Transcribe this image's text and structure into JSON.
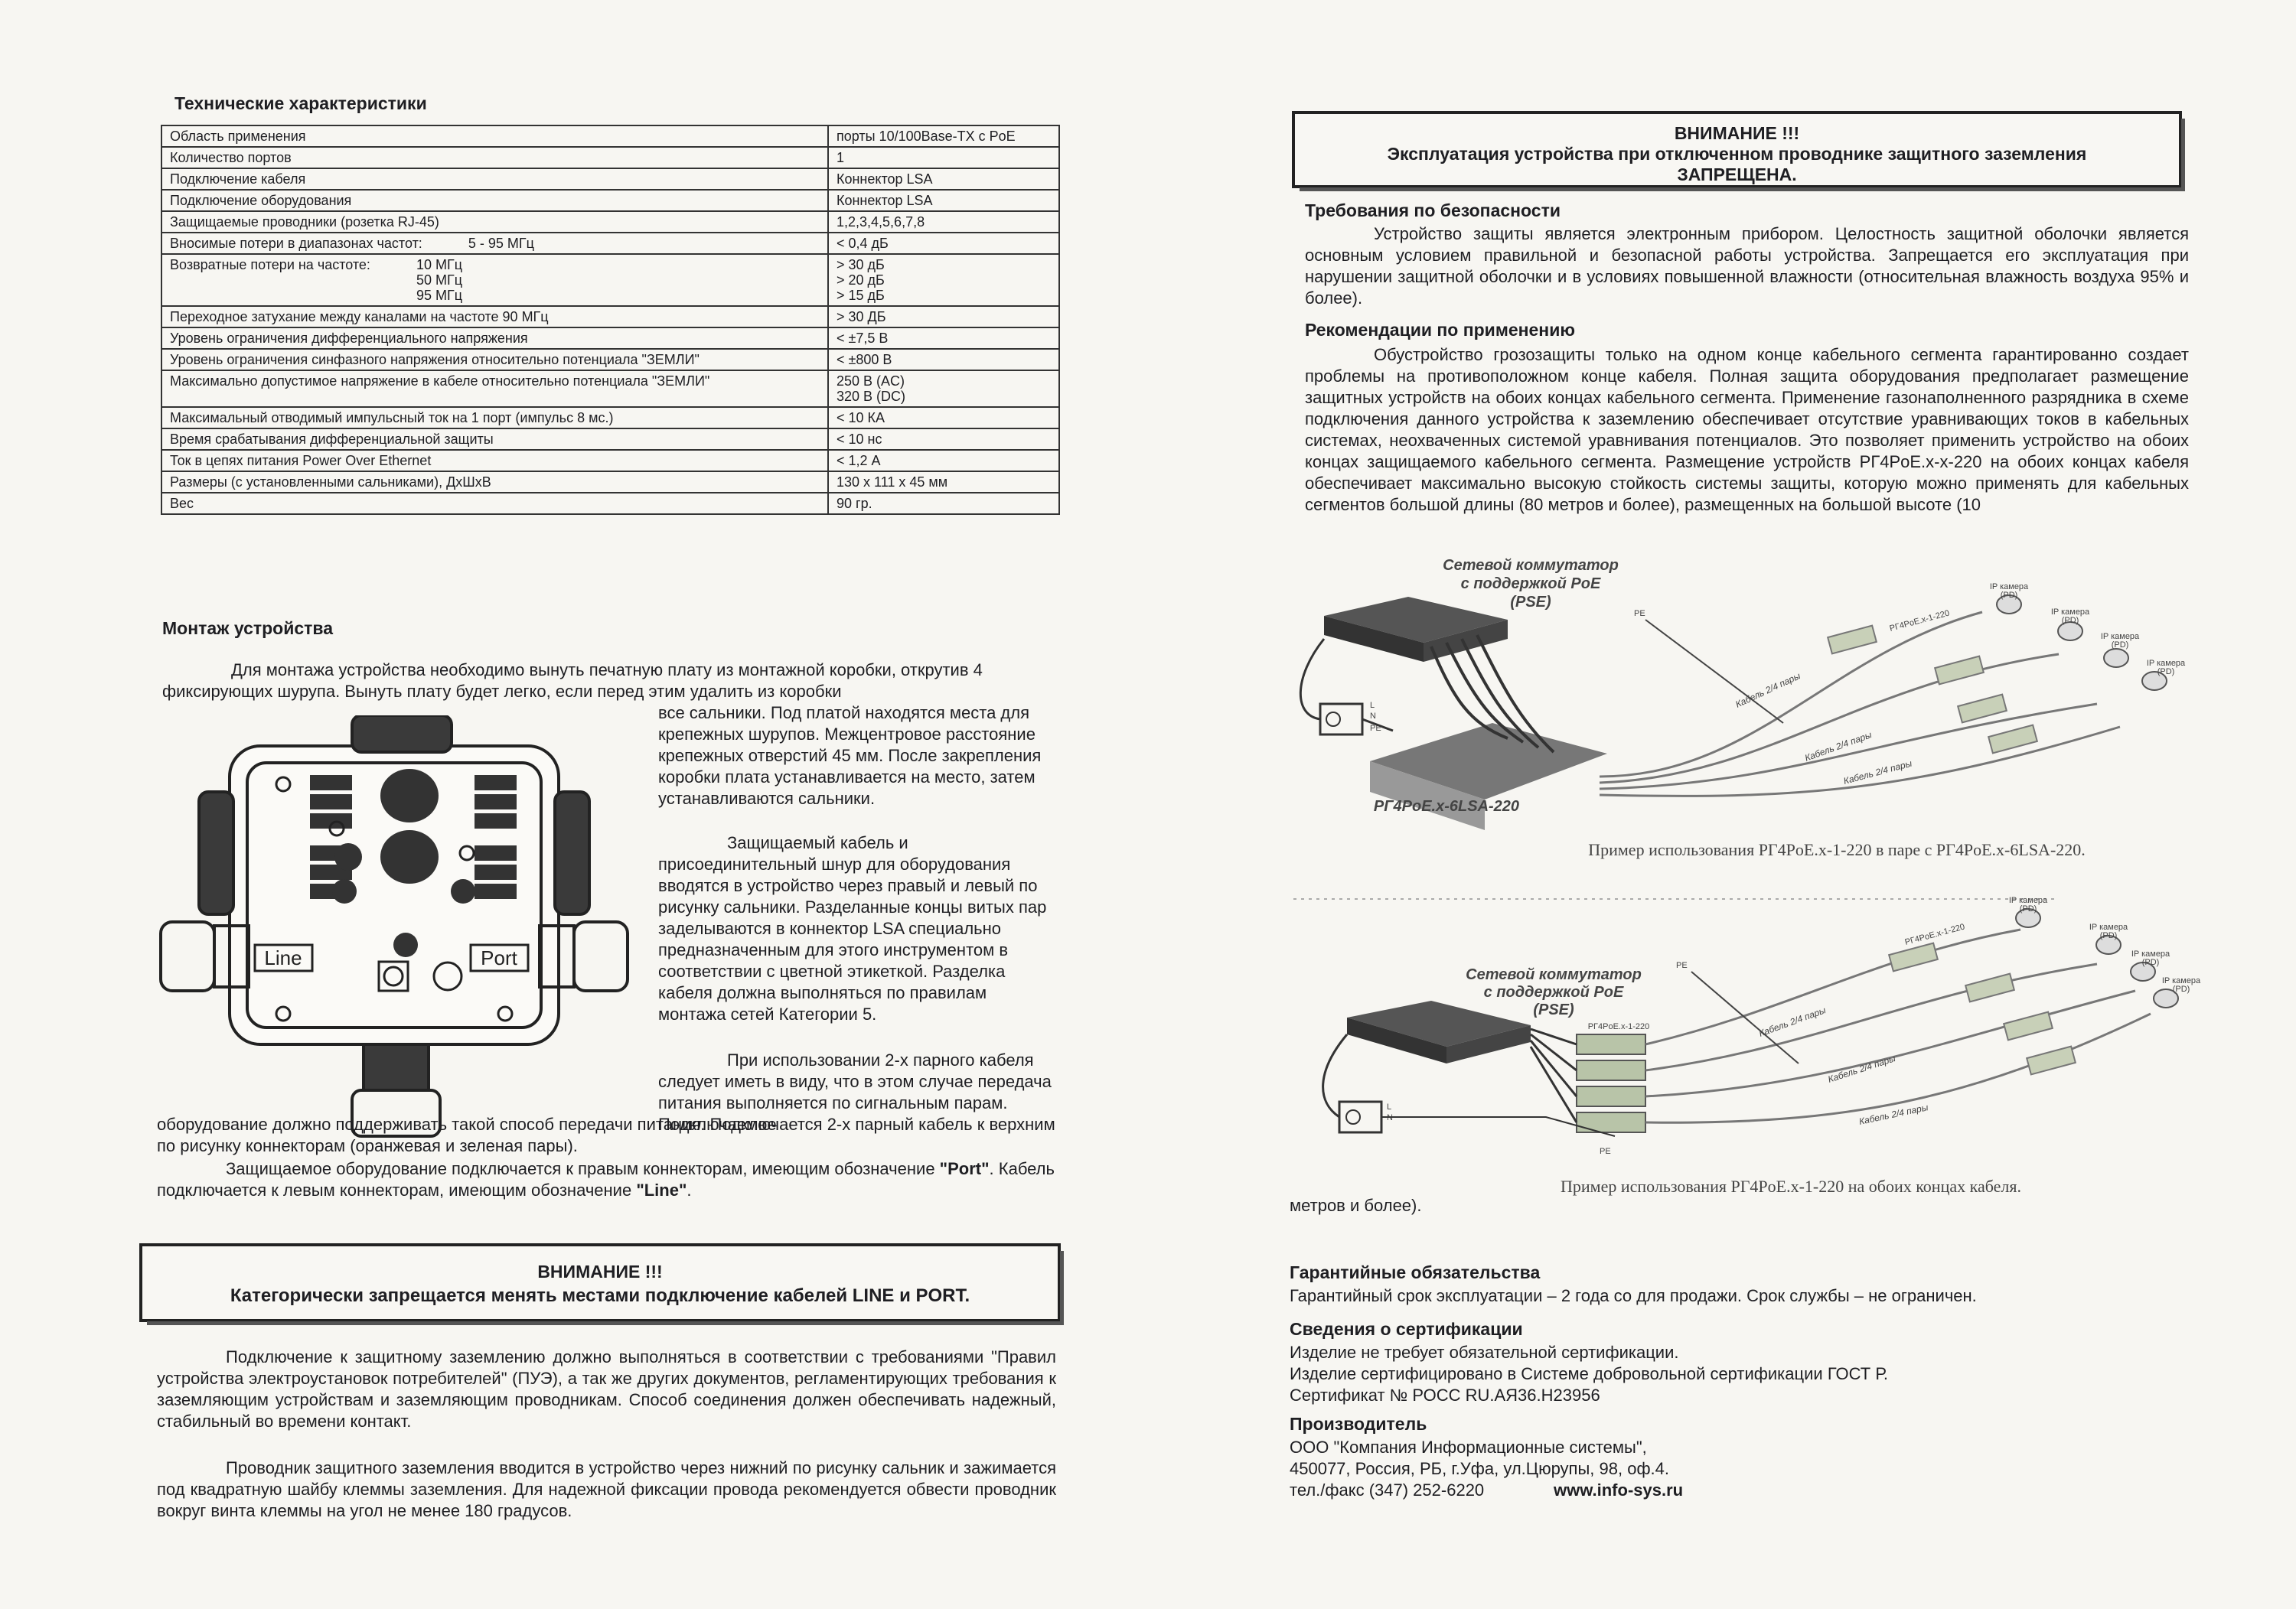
{
  "left": {
    "specs_title": "Технические характеристики",
    "specs": [
      {
        "name": "Область применения",
        "value": "порты 10/100Base-TX с PoE"
      },
      {
        "name": "Количество портов",
        "value": "1"
      },
      {
        "name": "Подключение кабеля",
        "value": "Коннектор LSA"
      },
      {
        "name": "Подключение оборудования",
        "value": "Коннектор LSA"
      },
      {
        "name": "Защищаемые проводники (розетка RJ-45)",
        "value": "1,2,3,4,5,6,7,8"
      },
      {
        "name": "Вносимые потери в диапазонах частот:",
        "extra": "5 - 95 МГц",
        "value": "< 0,4 дБ"
      },
      {
        "name": "Возвратные потери на частоте:",
        "extra": "10 МГц\n50 МГц\n95 МГц",
        "value": "> 30 дБ\n> 20 дБ\n> 15 дБ"
      },
      {
        "name": "Переходное затухание между каналами на частоте 90 МГц",
        "value": "> 30 ДБ"
      },
      {
        "name": "Уровень ограничения дифференциального напряжения",
        "value": "< ±7,5 В"
      },
      {
        "name": "Уровень ограничения синфазного напряжения относительно потенциала \"ЗЕМЛИ\"",
        "value": "< ±800 В"
      },
      {
        "name": "Максимально допустимое напряжение в кабеле относительно потенциала \"ЗЕМЛИ\"",
        "value": "250 В (AC)\n320 В (DC)"
      },
      {
        "name": "Максимальный отводимый импульсный ток на 1 порт (импульс 8 мс.)",
        "value": "< 10 КА"
      },
      {
        "name": "Время срабатывания дифференциальной защиты",
        "value": "< 10 нс"
      },
      {
        "name": "Ток в цепях питания Power Over Ethernet",
        "value": "< 1,2 А"
      },
      {
        "name": "Размеры (с установленными сальниками), ДхШхВ",
        "value": "130 х 111 х 45 мм"
      },
      {
        "name": "Вес",
        "value": "90 гр."
      }
    ],
    "mount_title": "Монтаж устройства",
    "mount_intro": "Для монтажа устройства необходимо вынуть печатную плату из монтажной коробки, открутив 4 фиксирующих шурупа. Вынуть плату будет легко, если перед этим удалить из коробки",
    "mount_side_1": "все сальники. Под платой находятся места для крепежных шурупов. Межцентровое расстояние крепежных отверстий 45 мм. После закрепления коробки плата устанавливается на место, затем устанавливаются сальники.",
    "mount_side_2": "Защищаемый кабель и присоединительный шнур для оборудования вводятся в устройство через правый и левый по рисунку сальники. Разделанные концы витых пар заделываются в коннектор LSA специально предназначенным для этого инструментом в соответствии с цветной этикеткой. Разделка кабеля должна выполняться по правилам монтажа сетей Категории 5.",
    "mount_side_3": "При использовании 2-х парного кабеля следует иметь в виду, что в этом случае передача питания выполняется по сигнальным парам. Подключаемое",
    "mount_tail": "оборудование должно поддерживать такой способ передачи питания. Подключается 2-х парный кабель к верхним по рисунку коннекторам (оранжевая и зеленая пары).",
    "mount_port_1": "Защищаемое оборудование подключается к правым коннекторам, имеющим обозначение ",
    "mount_port_q1": "\"Port\"",
    "mount_port_2": ". Кабель подключается к левым коннекторам, имеющим обозначение ",
    "mount_port_q2": "\"Line\"",
    "mount_port_3": ".",
    "device": {
      "line_label": "Line",
      "port_label": "Port"
    },
    "warn_title": "ВНИМАНИЕ !!!",
    "warn_text": "Категорически запрещается менять местами подключение кабелей LINE и PORT.",
    "ground_p1": "Подключение к защитному заземлению должно выполняться в соответствии с требованиями \"Правил устройства электроустановок потребителей\" (ПУЭ), а так же других документов, регламентирующих требования к заземляющим устройствам и заземляющим проводникам. Способ соединения должен обеспечивать надежный, стабильный во времени контакт.",
    "ground_p2": "Проводник защитного заземления вводится в устройство через нижний по рисунку сальник и зажимается под квадратную шайбу клеммы заземления. Для надежной фиксации провода рекомендуется обвести проводник вокруг винта клеммы на угол не менее 180 градусов."
  },
  "right": {
    "warn_title": "ВНИМАНИЕ !!!",
    "warn_line1": "Эксплуатация устройства при отключенном проводнике защитного заземления",
    "warn_line2": "ЗАПРЕЩЕНА.",
    "safety_title": "Требования по безопасности",
    "safety_text": "Устройство защиты является электронным прибором. Целостность защитной оболочки является основным условием правильной и безопасной работы устройства. Запрещается его эксплуатация при нарушении защитной оболочки и в условиях повышенной влажности (относительная влажность воздуха 95% и более).",
    "rec_title": "Рекомендации по применению",
    "rec_text": "Обустройство грозозащиты только на одном конце кабельного сегмента гарантированно создает проблемы на противоположном конце кабеля. Полная защита оборудования предполагает размещение защитных устройств на обоих концах кабельного сегмента. Применение газонаполненного разрядника в схеме подключения данного устройства к заземлению обеспечивает отсутствие уравнивающих токов в кабельных системах, неохваченных системой уравнивания потенциалов. Это позволяет применить устройство на обоих концах защищаемого кабельного сегмента. Размещение устройств РГ4PoE.x-x-220 на обоих концах кабеля обеспечивает максимально высокую стойкость системы защиты, которую можно применять для кабельных сегментов большой длины (80 метров и более), размещенных на большой высоте (10",
    "rec_cont": "метров и более).",
    "diagram1": {
      "switch_label_1": "Сетевой коммутатор",
      "switch_label_2": "с поддержкой PoE",
      "switch_label_3": "(PSE)",
      "panel_label": "РГ4PoE.x-6LSA-220",
      "pe": "PE",
      "l": "L",
      "n": "N",
      "cable_label": "Кабель 2/4 пары",
      "device_label": "РГ4PoE.x-1-220",
      "camera_label_1": "IP камера",
      "camera_label_2": "(PD)",
      "caption": "Пример использования РГ4PoE.x-1-220 в паре с РГ4PoE.x-6LSA-220."
    },
    "diagram2": {
      "switch_label_1": "Сетевой коммутатор",
      "switch_label_2": "с поддержкой PoE",
      "switch_label_3": "(PSE)",
      "local_label": "РГ4PoE.x-1-220",
      "pe": "PE",
      "l": "L",
      "n": "N",
      "cable_label": "Кабель 2/4 пары",
      "device_label": "РГ4PoE.x-1-220",
      "camera_label_1": "IP камера",
      "camera_label_2": "(PD)",
      "caption": "Пример использования  РГ4PoE.x-1-220 на обоих концах кабеля."
    },
    "warranty_title": "Гарантийные обязательства",
    "warranty_text": "Гарантийный срок эксплуатации – 2 года со для продажи. Срок службы – не ограничен.",
    "cert_title": "Сведения о сертификации",
    "cert_1": "Изделие не требует обязательной сертификации.",
    "cert_2": "Изделие сертифицировано в Системе добровольной сертификации ГОСТ Р.",
    "cert_3": "Сертификат № РОСС RU.АЯ36.Н23956",
    "maker_title": "Производитель",
    "maker_1": "ООО \"Компания Информационные системы\",",
    "maker_2": "450077, Россия, РБ, г.Уфа, ул.Цюрупы, 98, оф.4.",
    "maker_3": "тел./факс (347) 252-6220",
    "maker_web": "www.info-sys.ru"
  }
}
